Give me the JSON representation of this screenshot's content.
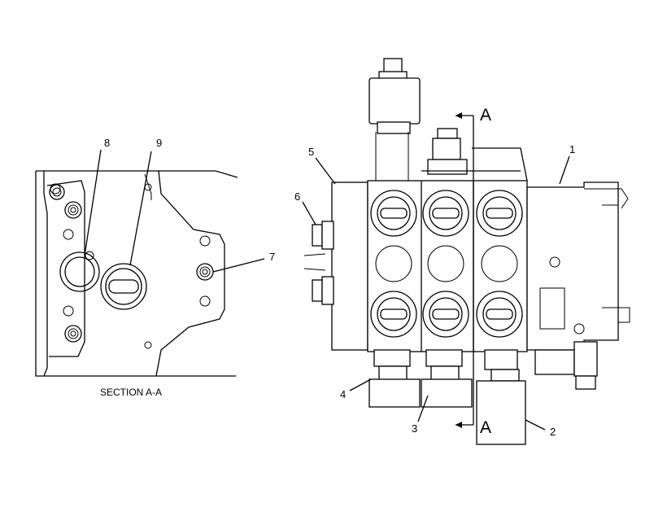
{
  "section_label": "SECTION A-A",
  "section_marks": {
    "top": "A",
    "bottom": "A"
  },
  "callouts": {
    "c1": "1",
    "c2": "2",
    "c3": "3",
    "c4": "4",
    "c5": "5",
    "c6": "6",
    "c7": "7",
    "c8": "8",
    "c9": "9"
  }
}
